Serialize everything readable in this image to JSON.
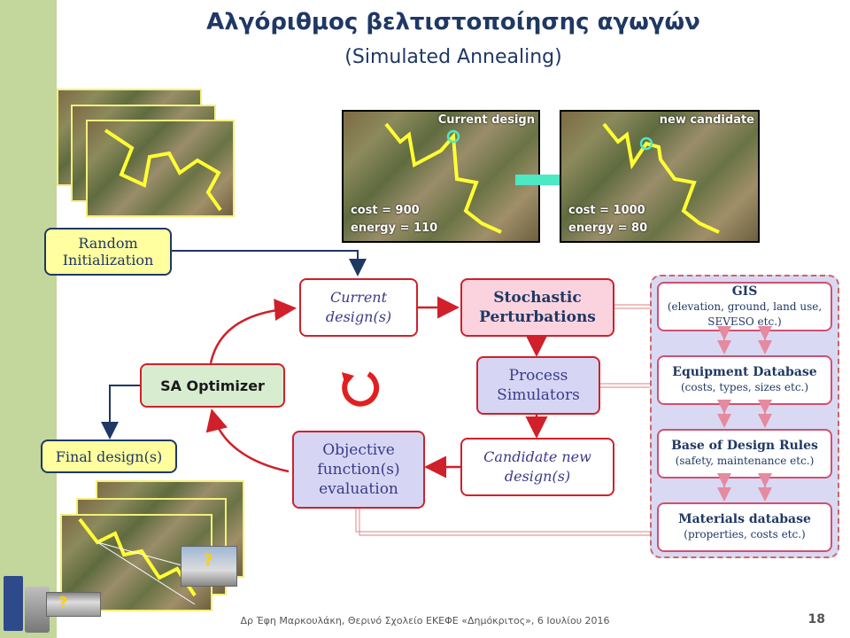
{
  "slide": {
    "title": "Αλγόριθμος βελτιστοποίησης αγωγών",
    "subtitle": "(Simulated Annealing)",
    "footer": "Δρ Έφη Μαρκουλάκη, Θερινό Σχολείο ΕΚΕΦΕ «Δημόκριτος», 6 Ιουλίου 2016",
    "page_number": "18"
  },
  "images": {
    "current": {
      "label": "Current design",
      "cost": "cost = 900",
      "energy": "energy = 110"
    },
    "candidate": {
      "label": "new candidate",
      "cost": "cost = 1000",
      "energy": "energy = 80"
    },
    "question_mark": "?"
  },
  "flow": {
    "random_init": "Random Initialization",
    "current_design": "Current design(s)",
    "stochastic": "Stochastic Perturbations",
    "process_sim": "Process Simulators",
    "candidate_new": "Candidate new design(s)",
    "objective": "Objective function(s) evaluation",
    "sa_optimizer": "SA Optimizer",
    "final_design": "Final design(s)"
  },
  "databases": {
    "gis": {
      "title": "GIS",
      "detail": "(elevation, ground, land use, SEVESO etc.)"
    },
    "equipment": {
      "title": "Equipment Database",
      "detail": "(costs, types, sizes etc.)"
    },
    "rules": {
      "title": "Base of Design Rules",
      "detail": "(safety, maintenance etc.)"
    },
    "materials": {
      "title": "Materials database",
      "detail": "(properties, costs etc.)"
    }
  },
  "colors": {
    "accent_red": "#d0202a",
    "navy": "#1f3864",
    "sidebar_green": "#c3d69b",
    "path_yellow": "#ffff33",
    "arrow_teal": "#4de8c4"
  }
}
